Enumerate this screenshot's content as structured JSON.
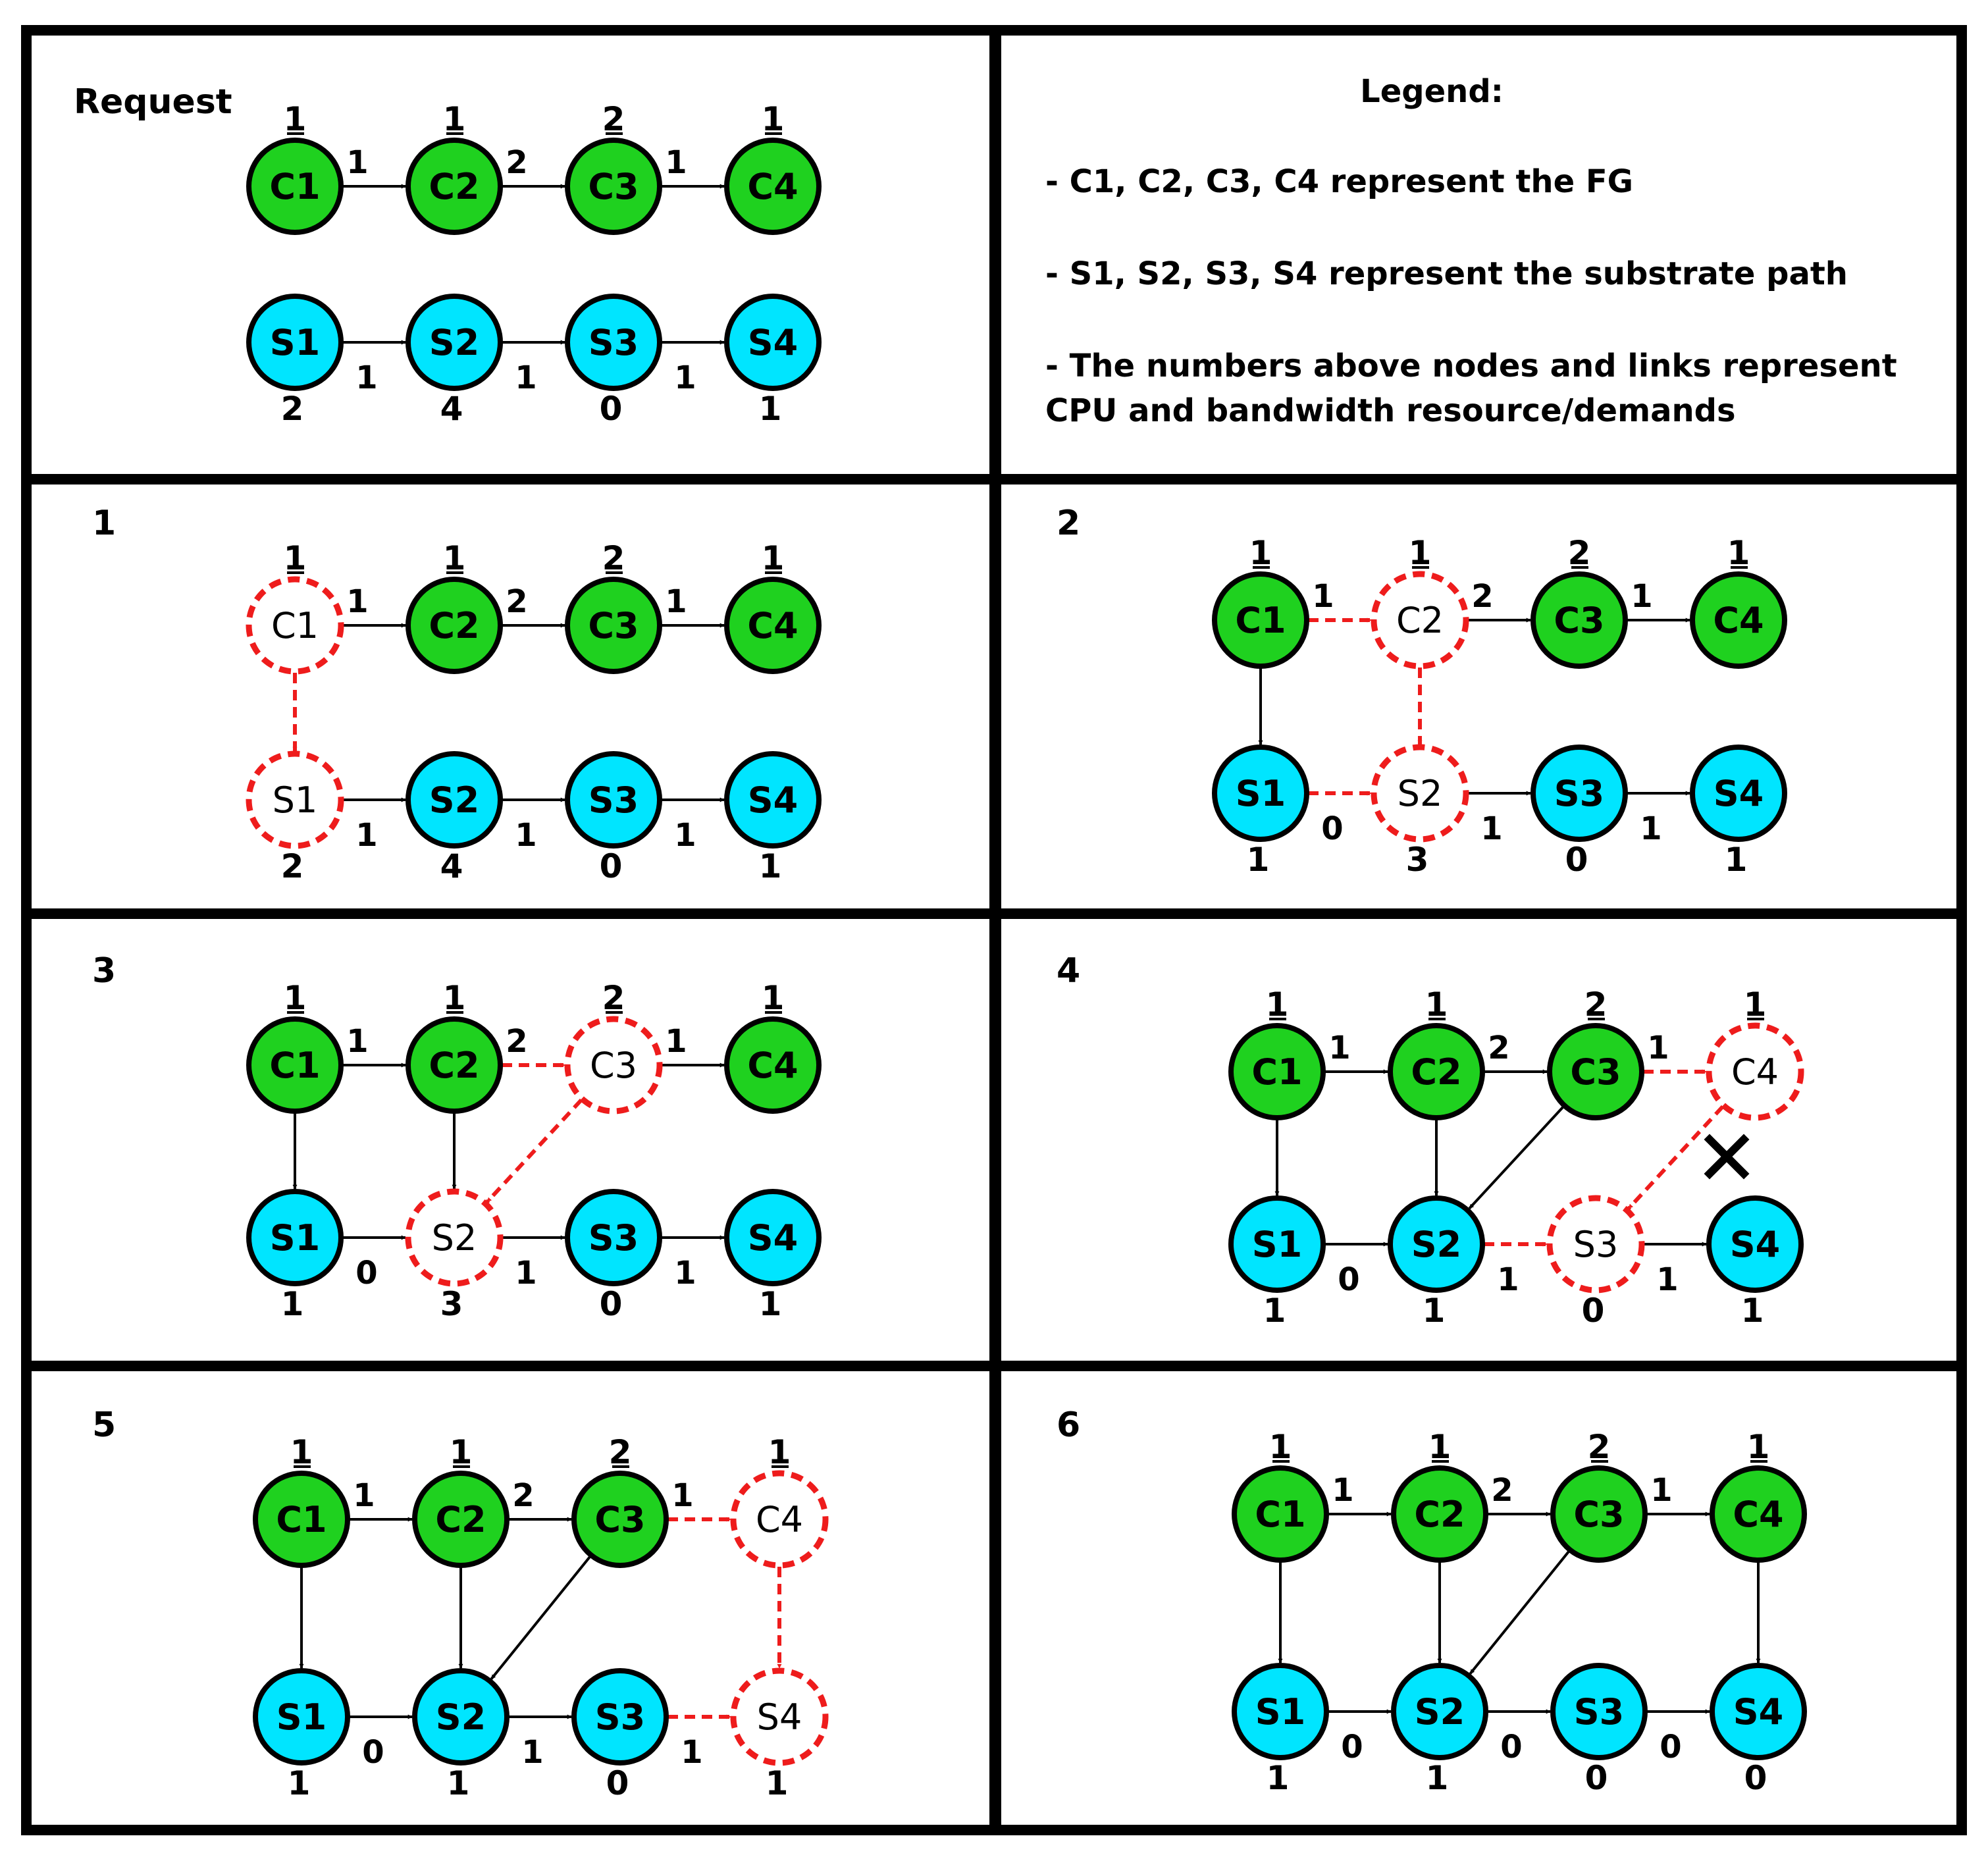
{
  "colors": {
    "fg_node": "#1fd11f",
    "substrate_node": "#00e5ff",
    "active": "#ee1c1c",
    "line": "#000000",
    "frame": "#000000"
  },
  "legend": {
    "title": "Legend:",
    "lines": [
      "- C1, C2, C3, C4 represent the FG",
      "- S1, S2, S3, S4 represent the substrate path",
      "- The numbers above nodes and links represent",
      "CPU and bandwidth resource/demands"
    ]
  },
  "panels": [
    {
      "title": "Request",
      "fg_nodes": [
        {
          "label": "C1",
          "cpu": "1",
          "state": "normal"
        },
        {
          "label": "C2",
          "cpu": "1",
          "state": "normal"
        },
        {
          "label": "C3",
          "cpu": "2",
          "state": "normal"
        },
        {
          "label": "C4",
          "cpu": "1",
          "state": "normal"
        }
      ],
      "fg_links": [
        {
          "bw": "1",
          "state": "normal"
        },
        {
          "bw": "2",
          "state": "normal"
        },
        {
          "bw": "1",
          "state": "normal"
        }
      ],
      "sub_nodes": [
        {
          "label": "S1",
          "cpu": "2",
          "state": "normal"
        },
        {
          "label": "S2",
          "cpu": "4",
          "state": "normal"
        },
        {
          "label": "S3",
          "cpu": "0",
          "state": "normal"
        },
        {
          "label": "S4",
          "cpu": "1",
          "state": "normal"
        }
      ],
      "sub_links": [
        {
          "bw": "1",
          "state": "normal"
        },
        {
          "bw": "1",
          "state": "normal"
        },
        {
          "bw": "1",
          "state": "normal"
        }
      ],
      "mappings": [],
      "cross": false
    },
    {
      "title": "1",
      "fg_nodes": [
        {
          "label": "C1",
          "cpu": "1",
          "state": "active"
        },
        {
          "label": "C2",
          "cpu": "1",
          "state": "normal"
        },
        {
          "label": "C3",
          "cpu": "2",
          "state": "normal"
        },
        {
          "label": "C4",
          "cpu": "1",
          "state": "normal"
        }
      ],
      "fg_links": [
        {
          "bw": "1",
          "state": "normal"
        },
        {
          "bw": "2",
          "state": "normal"
        },
        {
          "bw": "1",
          "state": "normal"
        }
      ],
      "sub_nodes": [
        {
          "label": "S1",
          "cpu": "2",
          "state": "active"
        },
        {
          "label": "S2",
          "cpu": "4",
          "state": "normal"
        },
        {
          "label": "S3",
          "cpu": "0",
          "state": "normal"
        },
        {
          "label": "S4",
          "cpu": "1",
          "state": "normal"
        }
      ],
      "sub_links": [
        {
          "bw": "1",
          "state": "normal"
        },
        {
          "bw": "1",
          "state": "normal"
        },
        {
          "bw": "1",
          "state": "normal"
        }
      ],
      "mappings": [
        {
          "from": 1,
          "to": 1,
          "state": "active"
        }
      ],
      "cross": false
    },
    {
      "title": "2",
      "fg_nodes": [
        {
          "label": "C1",
          "cpu": "1",
          "state": "normal"
        },
        {
          "label": "C2",
          "cpu": "1",
          "state": "active"
        },
        {
          "label": "C3",
          "cpu": "2",
          "state": "normal"
        },
        {
          "label": "C4",
          "cpu": "1",
          "state": "normal"
        }
      ],
      "fg_links": [
        {
          "bw": "1",
          "state": "active"
        },
        {
          "bw": "2",
          "state": "normal"
        },
        {
          "bw": "1",
          "state": "normal"
        }
      ],
      "sub_nodes": [
        {
          "label": "S1",
          "cpu": "1",
          "state": "normal"
        },
        {
          "label": "S2",
          "cpu": "3",
          "state": "active"
        },
        {
          "label": "S3",
          "cpu": "0",
          "state": "normal"
        },
        {
          "label": "S4",
          "cpu": "1",
          "state": "normal"
        }
      ],
      "sub_links": [
        {
          "bw": "0",
          "state": "active"
        },
        {
          "bw": "1",
          "state": "normal"
        },
        {
          "bw": "1",
          "state": "normal"
        }
      ],
      "mappings": [
        {
          "from": 1,
          "to": 1,
          "state": "normal"
        },
        {
          "from": 2,
          "to": 2,
          "state": "active"
        }
      ],
      "cross": false
    },
    {
      "title": "3",
      "fg_nodes": [
        {
          "label": "C1",
          "cpu": "1",
          "state": "normal"
        },
        {
          "label": "C2",
          "cpu": "1",
          "state": "normal"
        },
        {
          "label": "C3",
          "cpu": "2",
          "state": "active"
        },
        {
          "label": "C4",
          "cpu": "1",
          "state": "normal"
        }
      ],
      "fg_links": [
        {
          "bw": "1",
          "state": "normal"
        },
        {
          "bw": "2",
          "state": "active"
        },
        {
          "bw": "1",
          "state": "normal"
        }
      ],
      "sub_nodes": [
        {
          "label": "S1",
          "cpu": "1",
          "state": "normal"
        },
        {
          "label": "S2",
          "cpu": "3",
          "state": "active"
        },
        {
          "label": "S3",
          "cpu": "0",
          "state": "normal"
        },
        {
          "label": "S4",
          "cpu": "1",
          "state": "normal"
        }
      ],
      "sub_links": [
        {
          "bw": "0",
          "state": "normal"
        },
        {
          "bw": "1",
          "state": "normal"
        },
        {
          "bw": "1",
          "state": "normal"
        }
      ],
      "mappings": [
        {
          "from": 1,
          "to": 1,
          "state": "normal"
        },
        {
          "from": 2,
          "to": 2,
          "state": "normal"
        },
        {
          "from": 3,
          "to": 2,
          "state": "active"
        }
      ],
      "cross": false
    },
    {
      "title": "4",
      "fg_nodes": [
        {
          "label": "C1",
          "cpu": "1",
          "state": "normal"
        },
        {
          "label": "C2",
          "cpu": "1",
          "state": "normal"
        },
        {
          "label": "C3",
          "cpu": "2",
          "state": "normal"
        },
        {
          "label": "C4",
          "cpu": "1",
          "state": "active"
        }
      ],
      "fg_links": [
        {
          "bw": "1",
          "state": "normal"
        },
        {
          "bw": "2",
          "state": "normal"
        },
        {
          "bw": "1",
          "state": "active"
        }
      ],
      "sub_nodes": [
        {
          "label": "S1",
          "cpu": "1",
          "state": "normal"
        },
        {
          "label": "S2",
          "cpu": "1",
          "state": "normal"
        },
        {
          "label": "S3",
          "cpu": "0",
          "state": "active"
        },
        {
          "label": "S4",
          "cpu": "1",
          "state": "normal"
        }
      ],
      "sub_links": [
        {
          "bw": "0",
          "state": "normal"
        },
        {
          "bw": "1",
          "state": "active"
        },
        {
          "bw": "1",
          "state": "normal"
        }
      ],
      "mappings": [
        {
          "from": 1,
          "to": 1,
          "state": "normal"
        },
        {
          "from": 2,
          "to": 2,
          "state": "normal"
        },
        {
          "from": 3,
          "to": 2,
          "state": "normal"
        },
        {
          "from": 4,
          "to": 3,
          "state": "active"
        }
      ],
      "cross": true
    },
    {
      "title": "5",
      "fg_nodes": [
        {
          "label": "C1",
          "cpu": "1",
          "state": "normal"
        },
        {
          "label": "C2",
          "cpu": "1",
          "state": "normal"
        },
        {
          "label": "C3",
          "cpu": "2",
          "state": "normal"
        },
        {
          "label": "C4",
          "cpu": "1",
          "state": "active"
        }
      ],
      "fg_links": [
        {
          "bw": "1",
          "state": "normal"
        },
        {
          "bw": "2",
          "state": "normal"
        },
        {
          "bw": "1",
          "state": "active"
        }
      ],
      "sub_nodes": [
        {
          "label": "S1",
          "cpu": "1",
          "state": "normal"
        },
        {
          "label": "S2",
          "cpu": "1",
          "state": "normal"
        },
        {
          "label": "S3",
          "cpu": "0",
          "state": "normal"
        },
        {
          "label": "S4",
          "cpu": "1",
          "state": "active"
        }
      ],
      "sub_links": [
        {
          "bw": "0",
          "state": "normal"
        },
        {
          "bw": "1",
          "state": "normal"
        },
        {
          "bw": "1",
          "state": "active"
        }
      ],
      "mappings": [
        {
          "from": 1,
          "to": 1,
          "state": "normal"
        },
        {
          "from": 2,
          "to": 2,
          "state": "normal"
        },
        {
          "from": 3,
          "to": 2,
          "state": "normal"
        },
        {
          "from": 4,
          "to": 4,
          "state": "active"
        }
      ],
      "cross": false
    },
    {
      "title": "6",
      "fg_nodes": [
        {
          "label": "C1",
          "cpu": "1",
          "state": "normal"
        },
        {
          "label": "C2",
          "cpu": "1",
          "state": "normal"
        },
        {
          "label": "C3",
          "cpu": "2",
          "state": "normal"
        },
        {
          "label": "C4",
          "cpu": "1",
          "state": "normal"
        }
      ],
      "fg_links": [
        {
          "bw": "1",
          "state": "normal"
        },
        {
          "bw": "2",
          "state": "normal"
        },
        {
          "bw": "1",
          "state": "normal"
        }
      ],
      "sub_nodes": [
        {
          "label": "S1",
          "cpu": "1",
          "state": "normal"
        },
        {
          "label": "S2",
          "cpu": "1",
          "state": "normal"
        },
        {
          "label": "S3",
          "cpu": "0",
          "state": "normal"
        },
        {
          "label": "S4",
          "cpu": "0",
          "state": "normal"
        }
      ],
      "sub_links": [
        {
          "bw": "0",
          "state": "normal"
        },
        {
          "bw": "0",
          "state": "normal"
        },
        {
          "bw": "0",
          "state": "normal"
        }
      ],
      "mappings": [
        {
          "from": 1,
          "to": 1,
          "state": "normal"
        },
        {
          "from": 2,
          "to": 2,
          "state": "normal"
        },
        {
          "from": 3,
          "to": 2,
          "state": "normal"
        },
        {
          "from": 4,
          "to": 4,
          "state": "normal"
        }
      ],
      "cross": false
    }
  ]
}
